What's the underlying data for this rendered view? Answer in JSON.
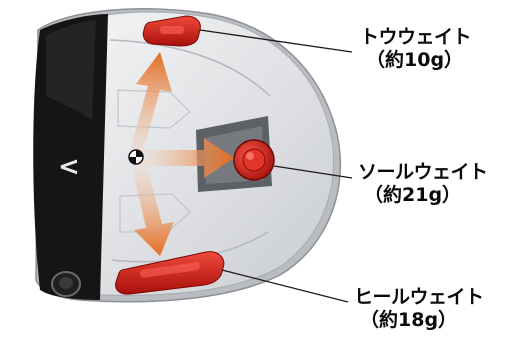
{
  "callouts": {
    "toe": {
      "name": "トウウェイト",
      "weight": "（約10g）"
    },
    "sole": {
      "name": "ソールウェイト",
      "weight": "（約21g）"
    },
    "heel": {
      "name": "ヒールウェイト",
      "weight": "（約18g）"
    }
  },
  "head": {
    "face_symbol": "<"
  },
  "colors": {
    "weight_red": "#d61f16",
    "arrow_orange": "#e8772a",
    "sole_gray": "#e4e5e7",
    "face_black": "#151515",
    "leader_line": "#1a1a1a"
  }
}
